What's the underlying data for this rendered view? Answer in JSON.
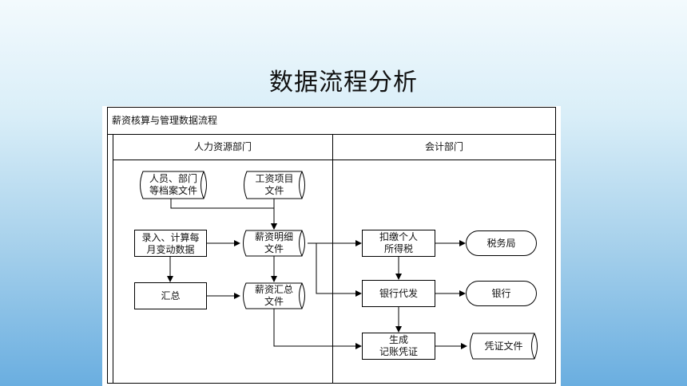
{
  "slide": {
    "title": "数据流程分析"
  },
  "diagram": {
    "frame_title": "薪资核算与管理数据流程",
    "lanes": {
      "hr": "人力资源部门",
      "accounting": "会计部门"
    },
    "nodes": {
      "personnel_files": {
        "line1": "人员、部门",
        "line2": "等档案文件"
      },
      "salary_items": {
        "line1": "工资项目",
        "line2": "文件"
      },
      "monthly_input": {
        "line1": "录入、计算每",
        "line2": "月变动数据"
      },
      "salary_detail": {
        "line1": "薪资明细",
        "line2": "文件"
      },
      "summary": {
        "line1": "汇总"
      },
      "salary_summary": {
        "line1": "薪资汇总",
        "line2": "文件"
      },
      "withhold_tax": {
        "line1": "扣缴个人",
        "line2": "所得税"
      },
      "tax_bureau": {
        "line1": "税务局"
      },
      "bank_payroll": {
        "line1": "银行代发"
      },
      "bank": {
        "line1": "银行"
      },
      "voucher_gen": {
        "line1": "生成",
        "line2": "记账凭证"
      },
      "voucher_file": {
        "line1": "凭证文件"
      }
    }
  }
}
